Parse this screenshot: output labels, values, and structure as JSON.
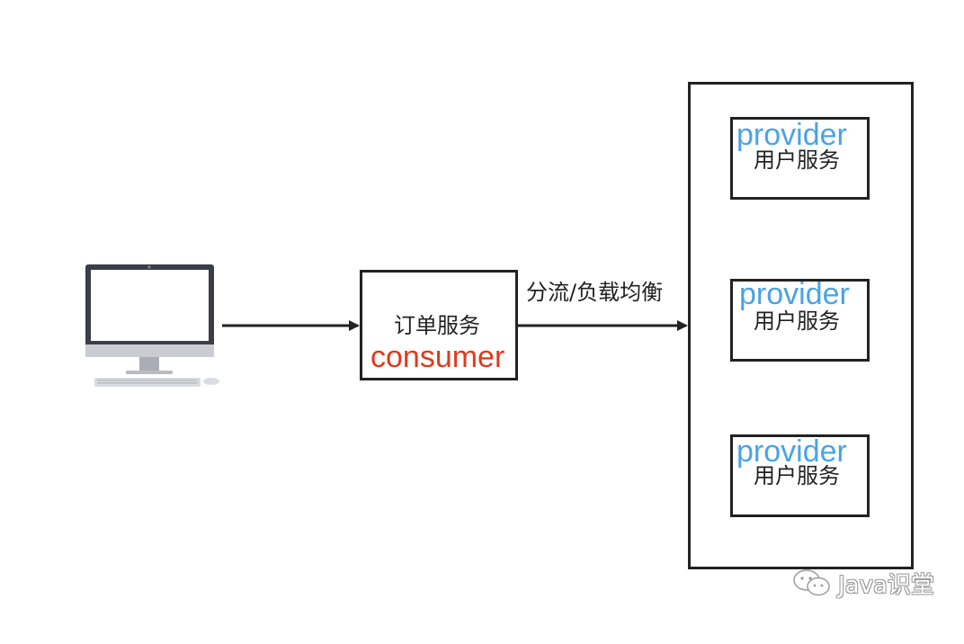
{
  "client": {
    "icon": "desktop-computer-icon"
  },
  "consumer": {
    "service_name": "订单服务",
    "role": "consumer",
    "role_color": "#e03a1e"
  },
  "edge": {
    "label": "分流/负载均衡"
  },
  "providers": [
    {
      "role": "provider",
      "service_name": "用户服务"
    },
    {
      "role": "provider",
      "service_name": "用户服务"
    },
    {
      "role": "provider",
      "service_name": "用户服务"
    }
  ],
  "provider_color": "#4aa3e6",
  "watermark": {
    "icon": "wechat-icon",
    "text": "Java识堂"
  }
}
